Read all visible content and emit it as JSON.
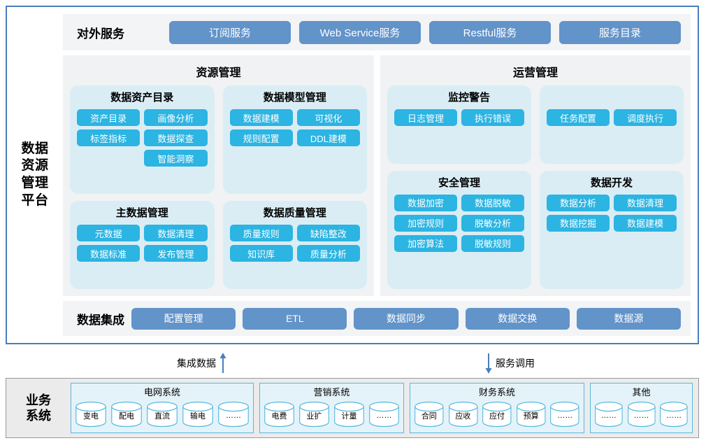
{
  "platform": {
    "label": "数据资源管理平台",
    "external_services": {
      "title": "对外服务",
      "items": [
        "订阅服务",
        "Web Service服务",
        "Restful服务",
        "服务目录"
      ]
    },
    "resource_management": {
      "title": "资源管理",
      "cards": [
        {
          "title": "数据资产目录",
          "items": [
            "资产目录",
            "画像分析",
            "标签指标",
            "数据探查",
            "",
            "智能洞察"
          ]
        },
        {
          "title": "数据模型管理",
          "items": [
            "数据建模",
            "可视化",
            "规则配置",
            "DDL建模"
          ]
        },
        {
          "title": "主数据管理",
          "items": [
            "元数据",
            "数据清理",
            "数据标准",
            "发布管理"
          ]
        },
        {
          "title": "数据质量管理",
          "items": [
            "质量规则",
            "缺陷整改",
            "知识库",
            "质量分析"
          ]
        }
      ]
    },
    "operations_management": {
      "title": "运营管理",
      "cards": [
        {
          "title": "监控警告",
          "items": [
            "日志管理",
            "执行错误"
          ]
        },
        {
          "title": "",
          "items": [
            "任务配置",
            "调度执行"
          ]
        },
        {
          "title": "安全管理",
          "items": [
            "数据加密",
            "数据脱敏",
            "加密规则",
            "脱敏分析",
            "加密算法",
            "脱敏规则"
          ]
        },
        {
          "title": "数据开发",
          "items": [
            "数据分析",
            "数据清理",
            "数据挖掘",
            "数据建模"
          ]
        }
      ]
    },
    "data_integration": {
      "title": "数据集成",
      "items": [
        "配置管理",
        "ETL",
        "数据同步",
        "数据交换",
        "数据源"
      ]
    }
  },
  "connectors": {
    "up": {
      "label": "集成数据",
      "direction": "up"
    },
    "down": {
      "label": "服务调用",
      "direction": "down"
    }
  },
  "business_systems": {
    "label": "业务系统",
    "groups": [
      {
        "title": "电网系统",
        "databases": [
          "变电",
          "配电",
          "直流",
          "输电",
          "……"
        ]
      },
      {
        "title": "营销系统",
        "databases": [
          "电费",
          "业扩",
          "计量",
          "……"
        ]
      },
      {
        "title": "财务系统",
        "databases": [
          "合同",
          "应收",
          "应付",
          "预算",
          "……"
        ]
      },
      {
        "title": "其他",
        "databases": [
          "……",
          "……",
          "……"
        ]
      }
    ]
  },
  "colors": {
    "frame_border": "#4a7ebb",
    "band_bg": "#f2f4f5",
    "column_bg": "#f0f2f4",
    "card_bg": "#daedf5",
    "pill_cyan": "#2cb4e2",
    "pill_blue": "#6293c9",
    "biz_frame_bg": "#ebebeb",
    "biz_group_bg": "#e4f3fa",
    "biz_group_border": "#57b8de"
  }
}
